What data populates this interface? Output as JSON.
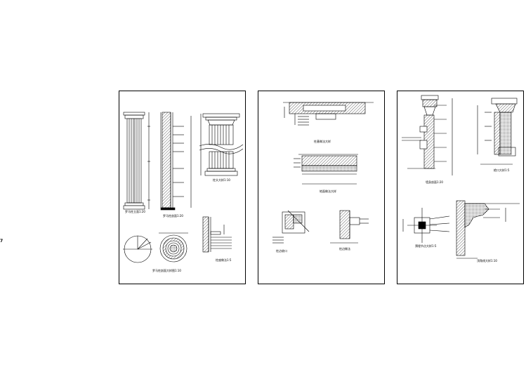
{
  "drawing": {
    "stray_mark": "7",
    "sheets": [
      {
        "id": "sheet-1",
        "captions": {
          "column_elevation": "罗马柱立面1:20",
          "column_section": "罗马柱剖面1:20",
          "capital_detail": "柱头大样1:10",
          "plan_section": "罗马柱剖面大样图1:10",
          "base_detail": "柱座做法1:5"
        }
      },
      {
        "id": "sheet-2",
        "captions": {
          "detail_a": "柱基做法大样",
          "detail_b": "地面做法大样",
          "detail_c": "柱边收口",
          "detail_d": "柱边做法"
        }
      },
      {
        "id": "sheet-3",
        "captions": {
          "wall_section": "墙身剖面1:20",
          "cornice_detail": "檐口大样1:5",
          "node_detail": "预埋节点大样1:5",
          "top_detail": "顶角线大样1:10"
        }
      }
    ]
  }
}
